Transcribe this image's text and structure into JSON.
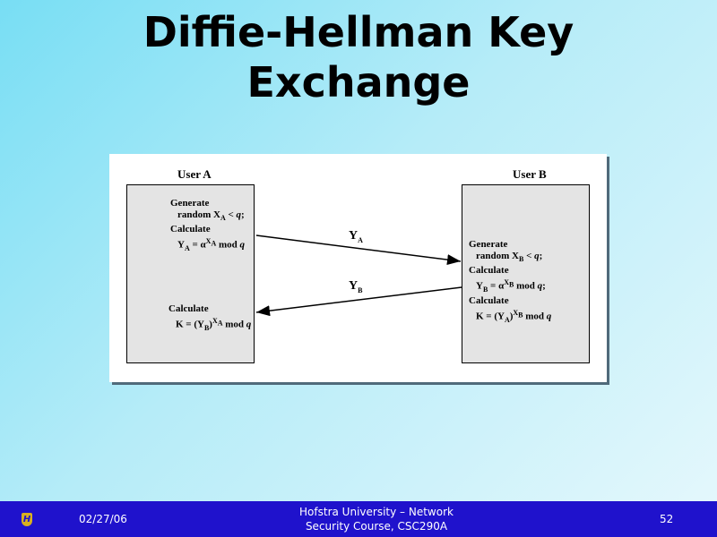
{
  "title": {
    "line1": "Diffie-Hellman Key",
    "line2": "Exchange"
  },
  "figure": {
    "user_a": {
      "label": "User A",
      "gen": "Generate",
      "rand": "random X",
      "rand_sub": "A",
      "rand_tail": " < ",
      "q": "q",
      "calc": "Calculate",
      "ya": "Y",
      "ya_sub": "A",
      "eq_alpha": " = α",
      "xa": "X",
      "xa_sub": "A",
      "mod": " mod ",
      "calc2": "Calculate",
      "k": "K = (Y",
      "k_sub": "B",
      ")": ")"
    },
    "user_b": {
      "label": "User B",
      "gen": "Generate",
      "rand": "random X",
      "rand_sub": "B",
      "rand_tail": " < ",
      "q": "q",
      "calc": "Calculate",
      "yb": "Y",
      "yb_sub": "B",
      "eq_alpha": " = α",
      "xb": "X",
      "xb_sub": "B",
      "mod": " mod ",
      "calc2": "Calculate",
      "k": "K = (Y",
      "k_sub": "A",
      ")": ")"
    },
    "arrow_ya": {
      "main": "Y",
      "sub": "A"
    },
    "arrow_yb": {
      "main": "Y",
      "sub": "B"
    }
  },
  "footer": {
    "date": "02/27/06",
    "course_line1": "Hofstra University – Network",
    "course_line2": "Security Course, CSC290A",
    "page": "52",
    "logo_letter": "H"
  }
}
